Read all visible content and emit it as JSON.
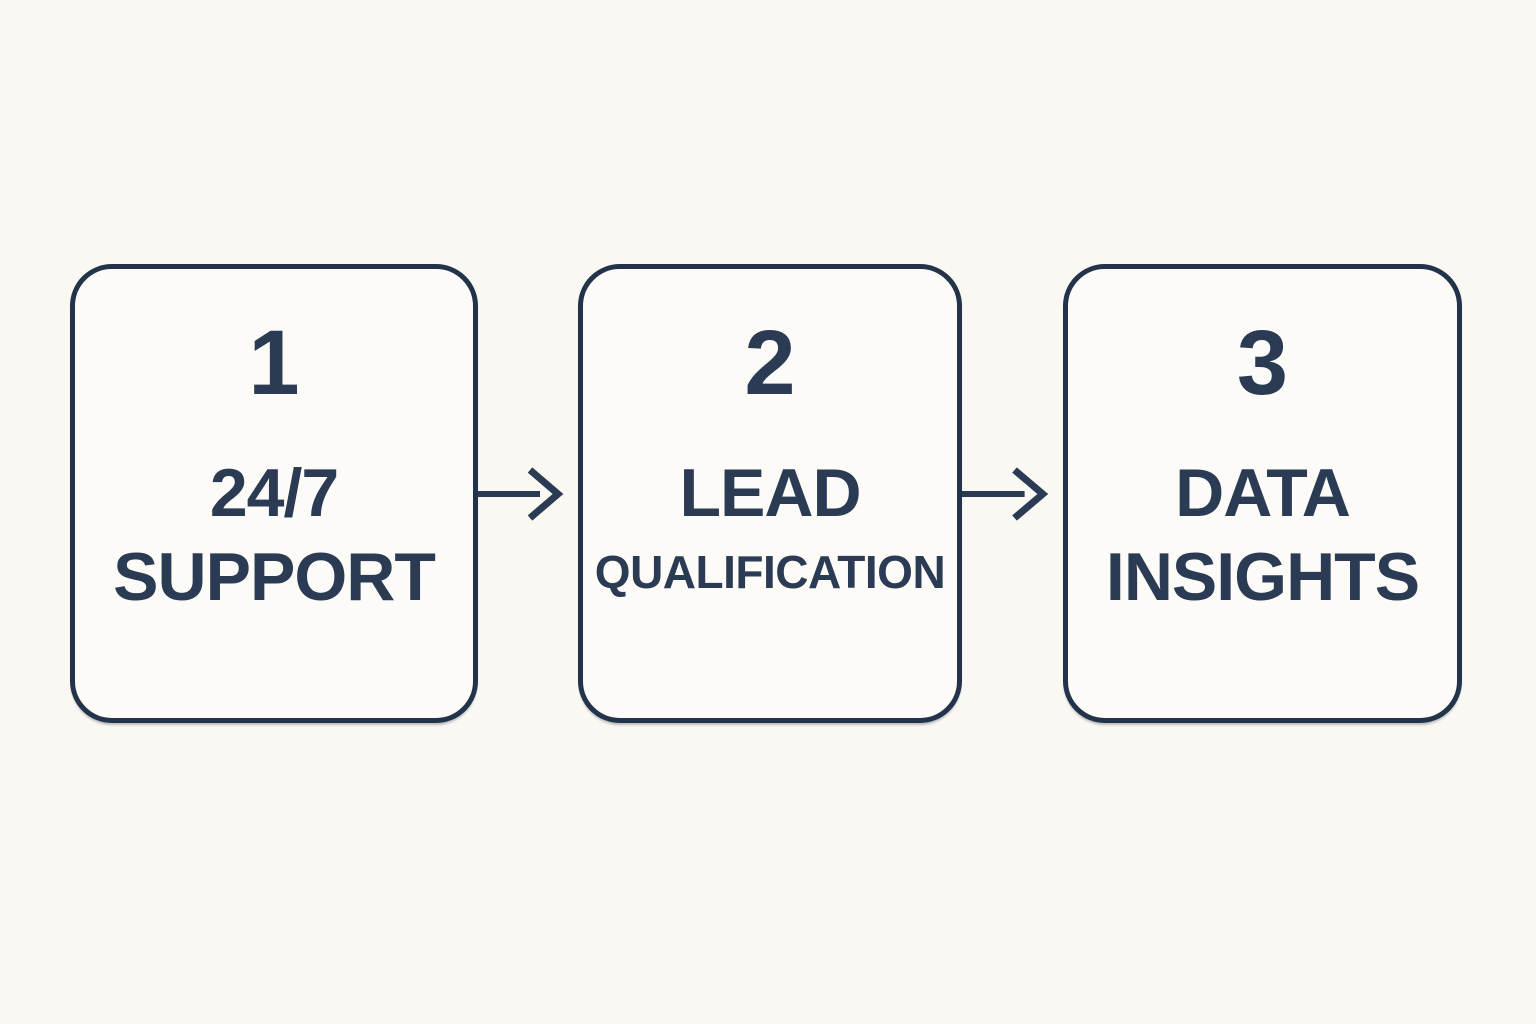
{
  "diagram": {
    "accent_color": "#2a3b53",
    "border_color": "#233349",
    "background_color": "#faf8f3",
    "card_background_color": "#fcfbf8",
    "connector_icon": "right-arrow",
    "steps": [
      {
        "number": "1",
        "line1": "24/7",
        "line2": "SUPPORT"
      },
      {
        "number": "2",
        "line1": "LEAD",
        "line2": "QUALIFICATION"
      },
      {
        "number": "3",
        "line1": "DATA",
        "line2": "INSIGHTS"
      }
    ]
  }
}
